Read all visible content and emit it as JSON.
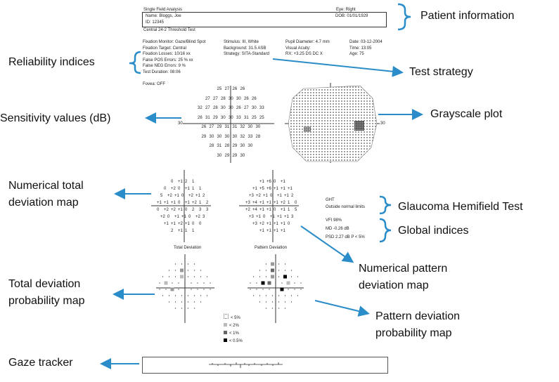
{
  "report": {
    "title": "Single Field Analysis",
    "eye": "Eye: Right",
    "name": "Name: Bloggs, Joe",
    "dob": "DOB: 01/01/1929",
    "id": "ID: 12345",
    "test_name": "Central 24-2 Threshold Test",
    "col1": [
      "Fixation Monitor: Gaze/Blind Spot",
      "Fixation Target: Central",
      "Fixation Losses: 10/16 xx",
      "False POS Errors: 25 % xx",
      "False NEG Errors: 9 %",
      "Test Duration: 08:06"
    ],
    "col2": [
      "Stimulus: III, White",
      "Background: 31.5 ASB",
      "Strategy: SITA-Standard"
    ],
    "col3": [
      "Pupil Diameter: 4.7 mm",
      "Visual Acuity:",
      "RX: +3.25 DS   DC X"
    ],
    "col4": [
      "Date: 03-12-2004",
      "Time: 13:05",
      "Age: 75"
    ],
    "fovea": "Fovea: OFF",
    "axis_30": "30",
    "ght_title": "GHT",
    "ght_value": "Outside normal limits",
    "vfi": "VFI   98%",
    "md": "MD    -0.26 dB",
    "psd": "PSD   2.27 dB  P < 5%",
    "td_title": "Total Deviation",
    "pd_title": "Pattern Deviation",
    "legend": [
      "< 5%",
      "< 2%",
      "< 1%",
      "< 0.5%"
    ]
  },
  "sensitivity_rows": [
    [
      "25",
      "27",
      "26",
      "26"
    ],
    [
      "27",
      "27",
      "28",
      "30",
      "30",
      "26",
      "26"
    ],
    [
      "32",
      "27",
      "28",
      "30",
      "30",
      "26",
      "27",
      "30",
      "33"
    ],
    [
      "26",
      "31",
      "29",
      "30",
      "30",
      "33",
      "31",
      "25",
      "25"
    ],
    [
      "26",
      "27",
      "29",
      "31",
      "31",
      "32",
      "30",
      "30"
    ],
    [
      "29",
      "30",
      "30",
      "30",
      "30",
      "32",
      "33",
      "28"
    ],
    [
      "28",
      "31",
      "28",
      "29",
      "30",
      "30"
    ],
    [
      "30",
      "29",
      "29",
      "30"
    ]
  ],
  "td_rows": [
    [
      "0",
      "+1",
      "2",
      "1"
    ],
    [
      "0",
      "+2",
      "0",
      "+1",
      "1",
      "1"
    ],
    [
      "5",
      "+2",
      "+1",
      "0",
      "+2",
      "+1",
      "2"
    ],
    [
      "+1",
      "+1",
      "+1",
      "0",
      "+1",
      "+2",
      "1",
      "2"
    ],
    [
      "0",
      "+2",
      "+2",
      "+1",
      "0",
      "2",
      "3",
      "3"
    ],
    [
      "+2",
      "0",
      "+1",
      "+1",
      "0",
      "+2",
      "3"
    ],
    [
      "+1",
      "+1",
      "+2",
      "+1",
      "0",
      "0"
    ],
    [
      "2",
      "+1",
      "1",
      "1"
    ]
  ],
  "pd_rows": [
    [
      "+1",
      "+6",
      "0",
      "+1"
    ],
    [
      "+1",
      "+5",
      "+6",
      "+1",
      "+1",
      "+1"
    ],
    [
      "+3",
      "+2",
      "+1",
      "0",
      "+1",
      "+1",
      "2"
    ],
    [
      "+3",
      "+4",
      "+1",
      "+1",
      "+1",
      "+2",
      "1",
      "0"
    ],
    [
      "+2",
      "+4",
      "+1",
      "+1",
      "0",
      "+1",
      "1",
      "5"
    ],
    [
      "+3",
      "+1",
      "0",
      "+1",
      "+1",
      "+1",
      "3"
    ],
    [
      "+3",
      "+2",
      "+1",
      "+1",
      "+1",
      "0"
    ],
    [
      "+1",
      "+1",
      "+1",
      "+1"
    ]
  ],
  "labels": {
    "patient_information": "Patient information",
    "reliability_indices": "Reliability indices",
    "test_strategy": "Test strategy",
    "sensitivity_values": "Sensitivity values (dB)",
    "grayscale_plot": "Grayscale plot",
    "numerical_total_1": "Numerical total",
    "numerical_total_2": "deviation map",
    "glaucoma_hemifield": "Glaucoma Hemifield Test",
    "global_indices": "Global indices",
    "numerical_pattern_1": "Numerical pattern",
    "numerical_pattern_2": "deviation map",
    "total_prob_1": "Total deviation",
    "total_prob_2": "probability map",
    "pattern_prob_1": "Pattern deviation",
    "pattern_prob_2": "probability map",
    "gaze_tracker": "Gaze tracker"
  },
  "colors": {
    "accent": "#2a8cc8"
  }
}
